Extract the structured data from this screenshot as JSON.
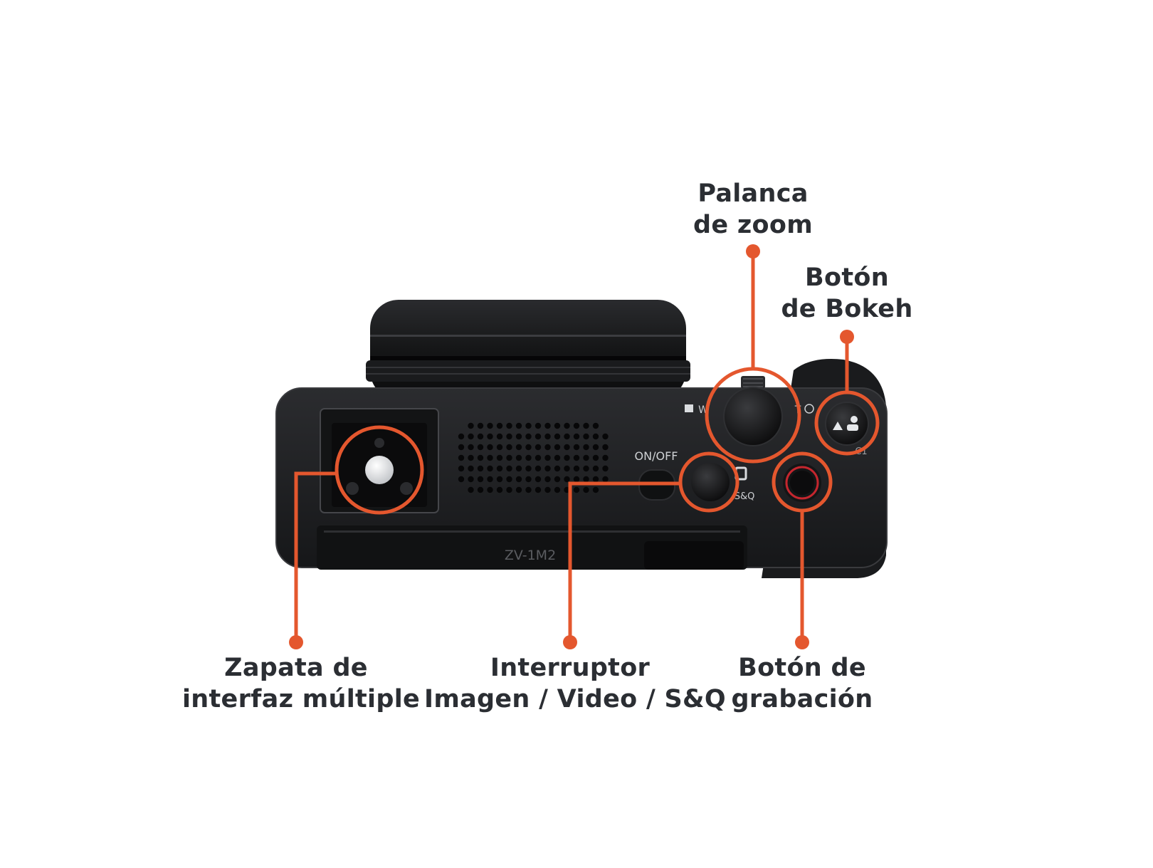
{
  "callouts": {
    "zoom_lever": {
      "line1": "Palanca",
      "line2": "de zoom"
    },
    "bokeh_button": {
      "line1": "Botón",
      "line2": "de Bokeh"
    },
    "multi_interface_shoe": {
      "line1": "Zapata de",
      "line2": "interfaz múltiple"
    },
    "mode_switch": {
      "line1": "Interruptor",
      "line2": "Imagen / Video / S&Q"
    },
    "record_button": {
      "line1": "Botón de",
      "line2": "grabación"
    }
  },
  "camera_markings": {
    "model": "ZV-1M2",
    "power": "ON/OFF",
    "zoom_wide": "W",
    "zoom_tele": "T",
    "mode_sq": "S&Q",
    "custom": "C1"
  },
  "colors": {
    "accent": "#e4572e",
    "camera_body": "#1e1f21",
    "camera_dark": "#0f1011",
    "label_text": "#2b2e33"
  },
  "icons": [
    "bokeh-icon",
    "zoom-wide-icon",
    "zoom-tele-icon",
    "mode-icon"
  ]
}
